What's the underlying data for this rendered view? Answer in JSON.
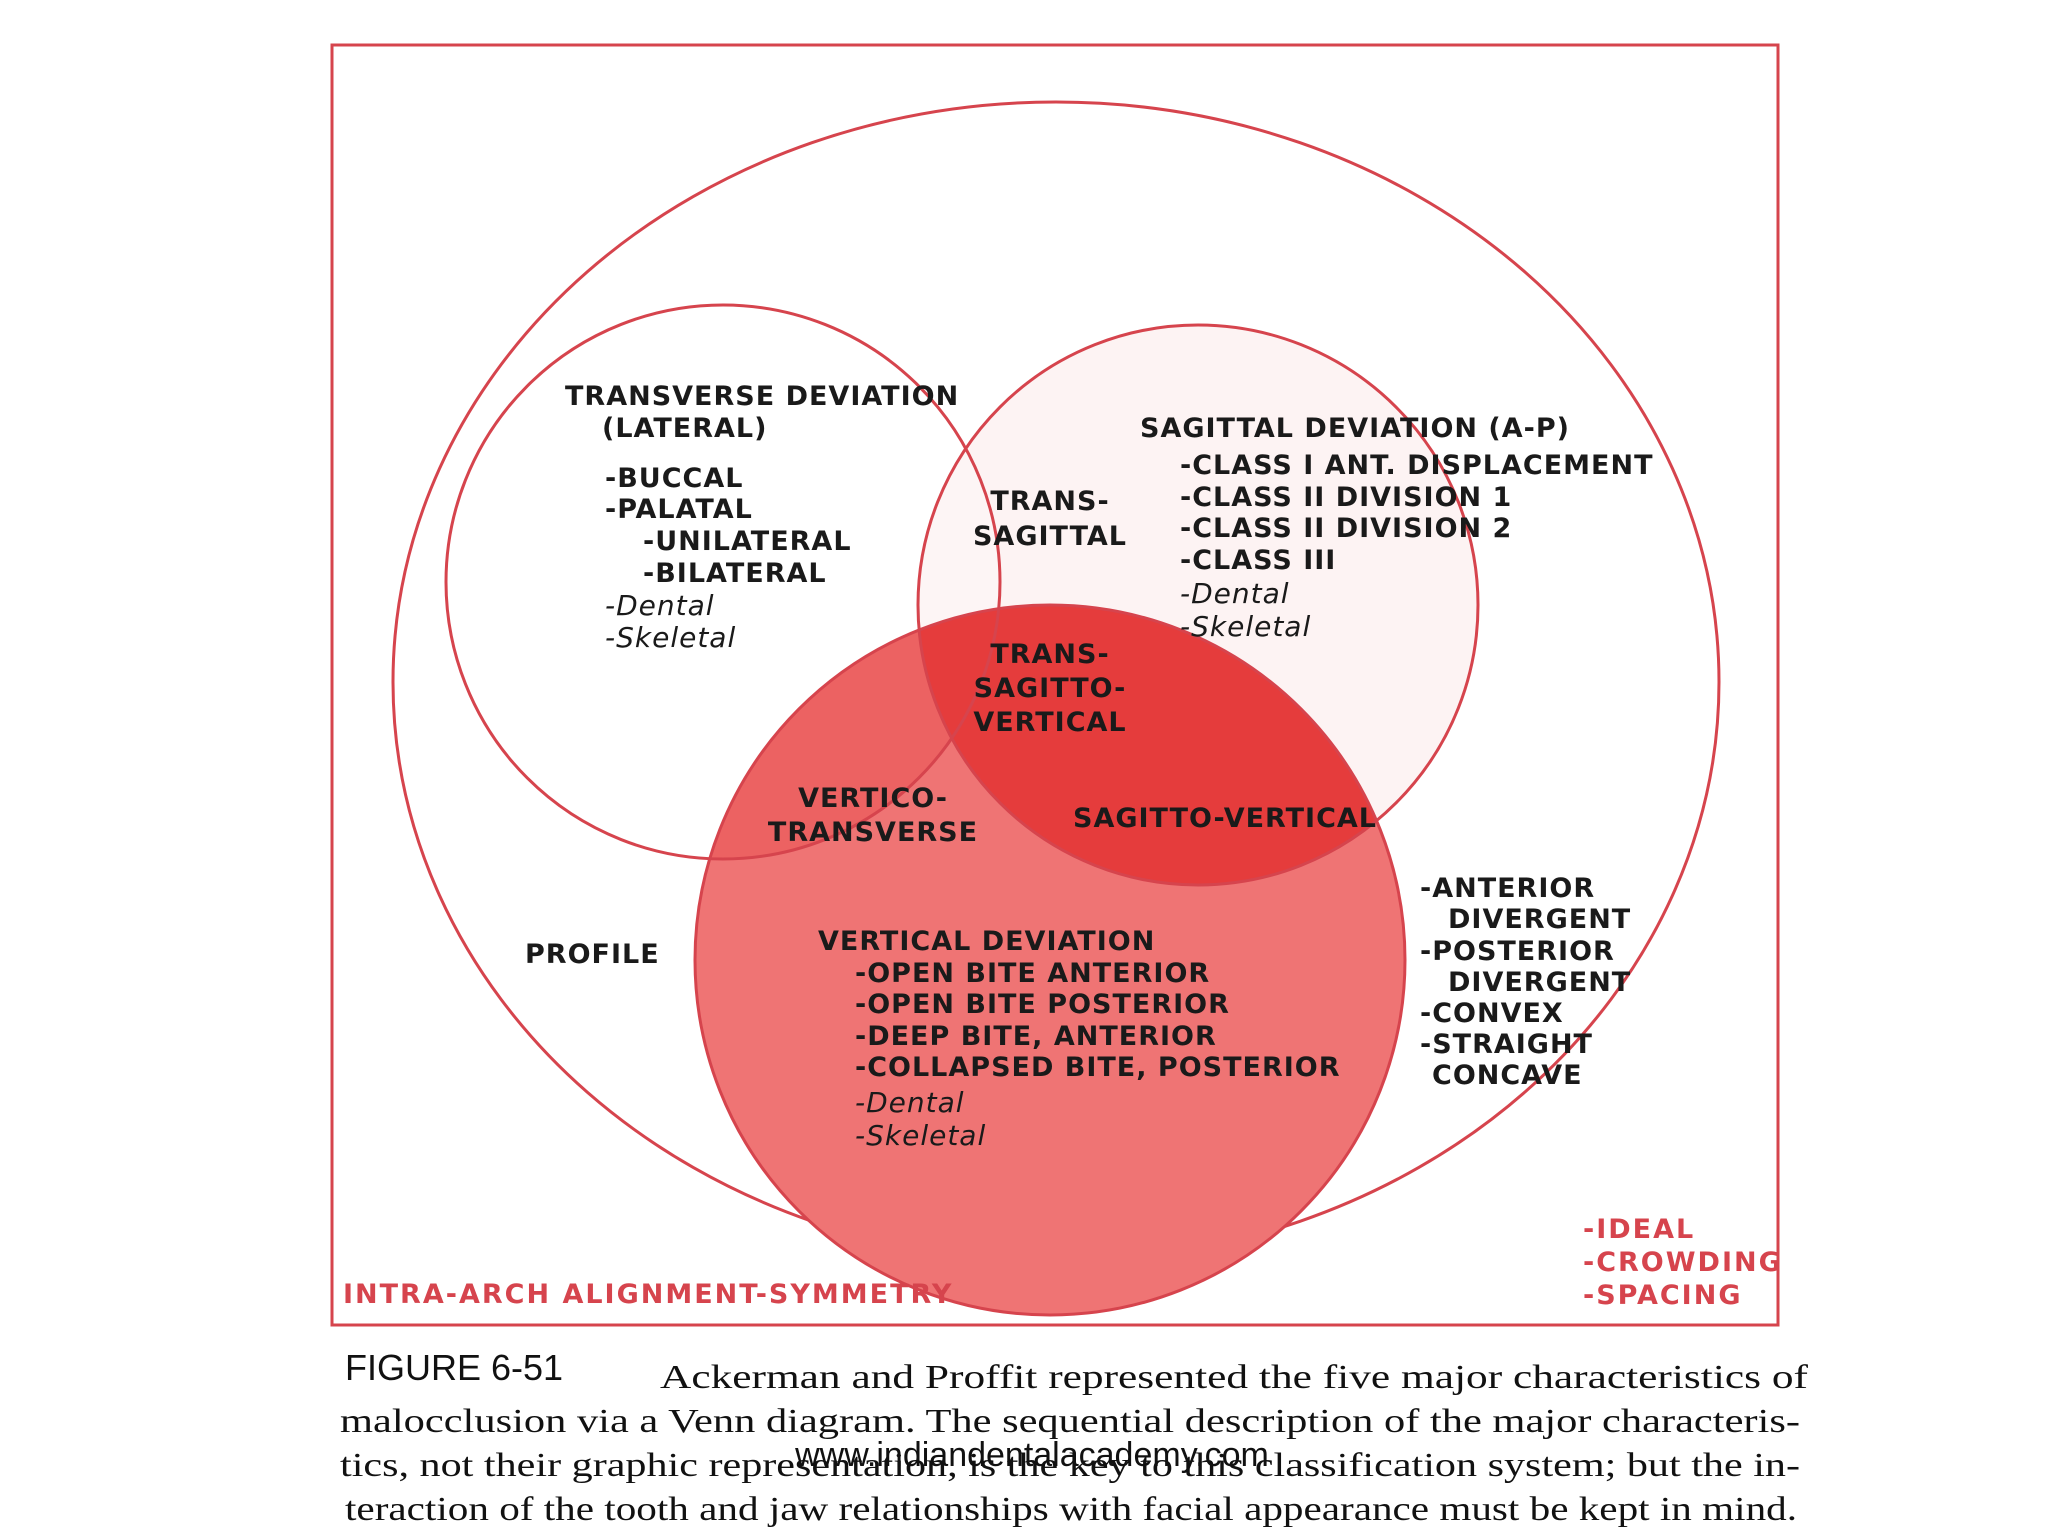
{
  "diagram": {
    "colors": {
      "frame": "#d6444d",
      "circle_stroke": "#d6444d",
      "vertical_fill": "#ef7474",
      "overlap_fill": "#e53c3c",
      "light_fill": "#fdf3f3",
      "text": "#1a1a1a"
    },
    "transverse": {
      "title_1": "TRANSVERSE DEVIATION",
      "title_2": "(LATERAL)",
      "items": [
        "-BUCCAL",
        "-PALATAL",
        "-UNILATERAL",
        "-BILATERAL"
      ],
      "dental": "-Dental",
      "skeletal": "-Skeletal"
    },
    "sagittal": {
      "title": "SAGITTAL DEVIATION (A-P)",
      "items": [
        "-CLASS I ANT. DISPLACEMENT",
        "-CLASS II DIVISION 1",
        "-CLASS II DIVISION 2",
        "-CLASS III"
      ],
      "dental": "-Dental",
      "skeletal": "-Skeletal"
    },
    "trans_sagittal": [
      "TRANS-",
      "SAGITTAL"
    ],
    "trans_sagitto_vertical": [
      "TRANS-",
      "SAGITTO-",
      "VERTICAL"
    ],
    "vertico_transverse": [
      "VERTICO-",
      "TRANSVERSE"
    ],
    "sagitto_vertical": "SAGITTO-VERTICAL",
    "vertical": {
      "title": "VERTICAL DEVIATION",
      "items": [
        "-OPEN BITE ANTERIOR",
        "-OPEN BITE POSTERIOR",
        "-DEEP BITE, ANTERIOR",
        "-COLLAPSED BITE, POSTERIOR"
      ],
      "dental": "-Dental",
      "skeletal": "-Skeletal"
    },
    "profile": {
      "title": "PROFILE",
      "items": [
        "-ANTERIOR",
        "DIVERGENT",
        "-POSTERIOR",
        "DIVERGENT",
        "-CONVEX",
        "-STRAIGHT",
        "CONCAVE"
      ]
    },
    "alignment": {
      "title": "INTRA-ARCH ALIGNMENT-SYMMETRY",
      "items": [
        "-IDEAL",
        "-CROWDING",
        "-SPACING"
      ]
    }
  },
  "caption": {
    "figure": "FIGURE 6-51",
    "lines": [
      "Ackerman and Proffit represented the five major characteristics of",
      "malocclusion via a Venn diagram. The sequential description of the major characteris-",
      "tics, not their graphic representation, is the key to this classification system; but the in-",
      "teraction of the tooth and jaw relationships with facial appearance must be kept in mind."
    ]
  },
  "watermark": "www.indiandentalacademy.com"
}
